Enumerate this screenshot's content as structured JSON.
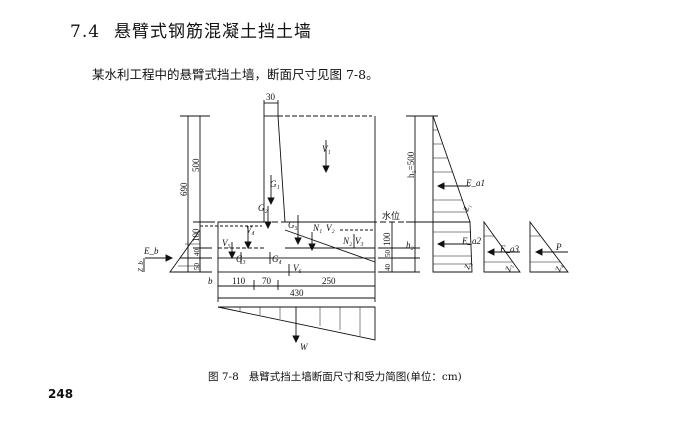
{
  "section": {
    "number": "7.4",
    "title": "悬臂式钢筋混凝土挡土墙"
  },
  "intro": "某水利工程中的悬臂式挡土墙，断面尺寸见图 7-8。",
  "figure": {
    "dims": {
      "top": "30",
      "left_total": "690",
      "left_upper": "500",
      "left_mid": "100",
      "left_low1": "40",
      "left_low2": "50",
      "base_parts": [
        "110",
        "70",
        "250"
      ],
      "base_total": "430",
      "h1": "h₁=500",
      "right_100": "100",
      "right_50": "50",
      "right_40": "40",
      "h2": "h₂"
    },
    "labels": {
      "water": "水位",
      "b": "b",
      "V1": "V₁",
      "V2": "V₂",
      "V3": "V₃",
      "V4": "V₄",
      "V5": "V₅",
      "V6": "V₆",
      "G1": "G₁",
      "G2": "G₂",
      "G3": "G₃",
      "G4": "G₄",
      "G5": "G₅",
      "N1": "N₁",
      "N2": "N₂",
      "W": "W",
      "Eb": "E_b",
      "Zb": "Z_b",
      "Ea1": "E_a1",
      "Z1": "Z₁",
      "Ea2": "E_a2",
      "Z2": "Z₂",
      "Ea3": "E_a3",
      "Z3": "Z₃",
      "P": "P",
      "Z4": "Z₄"
    }
  },
  "caption": {
    "number": "图 7-8",
    "text": "悬臂式挡土墙断面尺寸和受力简图(单位：cm)"
  },
  "page_number": "248"
}
